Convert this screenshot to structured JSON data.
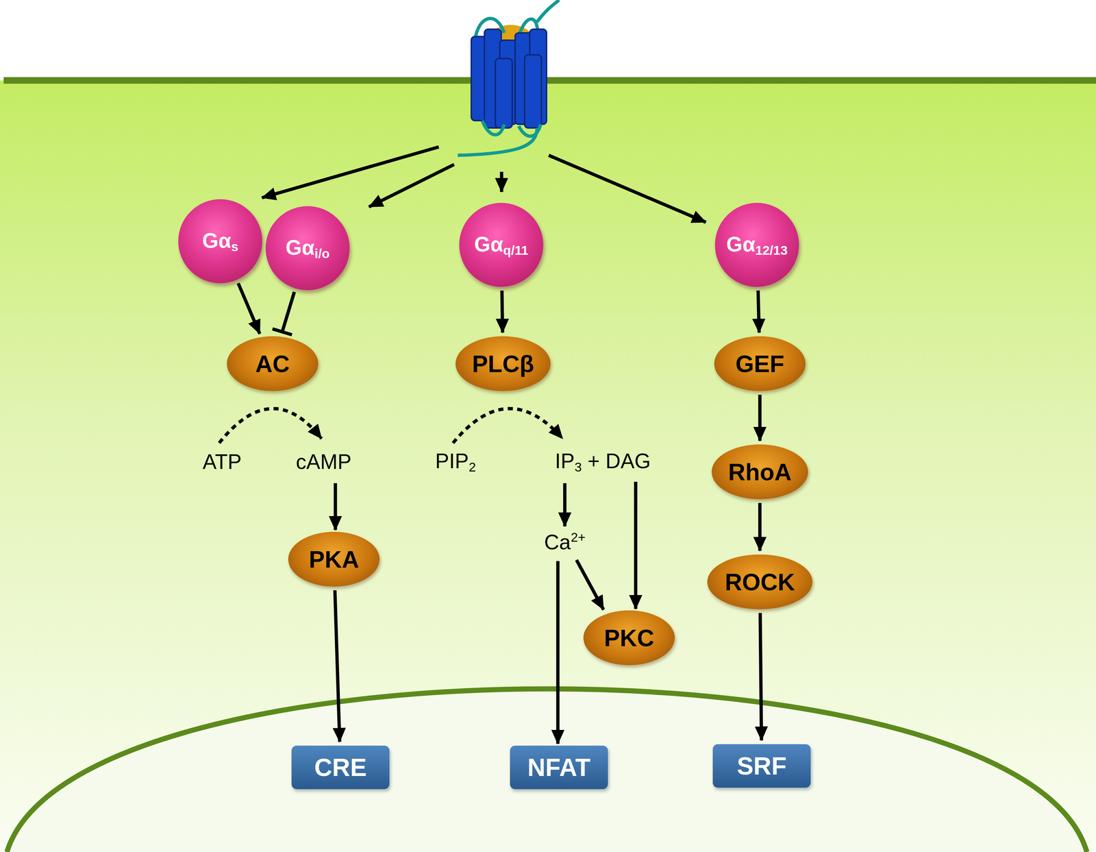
{
  "diagram": {
    "nodes": [
      {
        "text": [
          "Gαs"
        ]
      },
      {
        "text": [
          "Gαi/o"
        ]
      },
      {
        "text": [
          "Gαq/11"
        ]
      },
      {
        "text": [
          "Gα12/13"
        ]
      },
      {
        "text": [
          "AC"
        ]
      },
      {
        "text": [
          "PLCβ"
        ]
      },
      {
        "text": [
          "GEF"
        ]
      },
      {
        "text": [
          "PKA"
        ]
      },
      {
        "text": [
          "RhoA"
        ]
      },
      {
        "text": [
          "ROCK"
        ]
      },
      {
        "text": [
          "PKC"
        ]
      },
      {
        "text": [
          "CRE"
        ]
      },
      {
        "text": [
          "NFAT"
        ]
      },
      {
        "text": [
          "SRF"
        ]
      }
    ],
    "edges": [
      {
        "from": 0,
        "to": 4,
        "arrow": "to"
      },
      {
        "from": 1,
        "to": 4,
        "arrow": "to"
      },
      {
        "from": 2,
        "to": 5,
        "arrow": "to"
      },
      {
        "from": 3,
        "to": 6,
        "arrow": "to"
      },
      {
        "from": 6,
        "to": 8,
        "arrow": "to"
      },
      {
        "from": 8,
        "to": 9,
        "arrow": "to"
      },
      {
        "from": 9,
        "to": 13,
        "arrow": "to"
      },
      {
        "from": 7,
        "to": 11,
        "arrow": "to"
      }
    ],
    "labels": [
      "ATP",
      "cAMP",
      "PIP2",
      "IP3 + DAG",
      "Ca2+"
    ]
  }
}
